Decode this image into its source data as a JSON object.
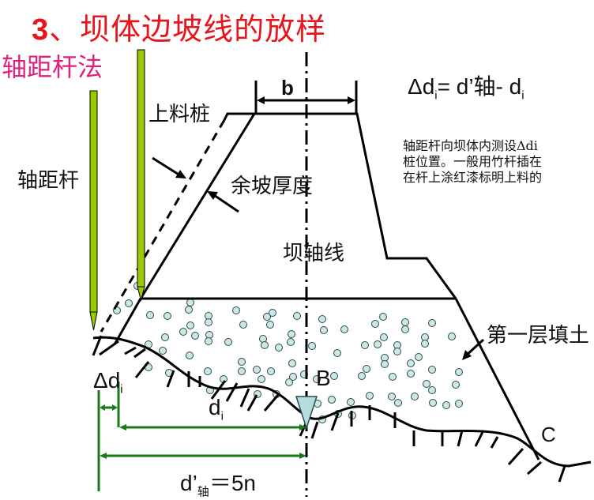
{
  "title": {
    "number": "3",
    "text": "、坝体边坡线的放样"
  },
  "subtitle": "轴距杆法",
  "labels": {
    "shangliaozhuang": "上料桩",
    "zhoujugan": "轴距杆",
    "yupohoudu": "余坡厚度",
    "baozhouxian": "坝轴线",
    "diyiceng": "第一层填土",
    "b": "b",
    "B": "B",
    "C": "C"
  },
  "formula": {
    "delta": "Δd",
    "sub_i": "i",
    "eq": "= d’轴- d",
    "sub_i2": "i"
  },
  "note_lines": [
    "轴距杆向坝体内测设Δdi",
    "桩位置。一般用竹杆插在",
    "在杆上涂红漆标明上料的"
  ],
  "dimensions": {
    "delta_di": {
      "base": "Δd",
      "sub": "i"
    },
    "di": {
      "base": "d",
      "sub": "i"
    },
    "d_axis": {
      "base": "d’",
      "sub": "轴",
      "rest": "＝5n"
    }
  },
  "colors": {
    "title": "#e8141c",
    "subtitle": "#e0207a",
    "pole": "#99cc00",
    "dimension": "#1a7a1a",
    "pebble": "#cde6e6",
    "marker": "#b5dde0"
  }
}
